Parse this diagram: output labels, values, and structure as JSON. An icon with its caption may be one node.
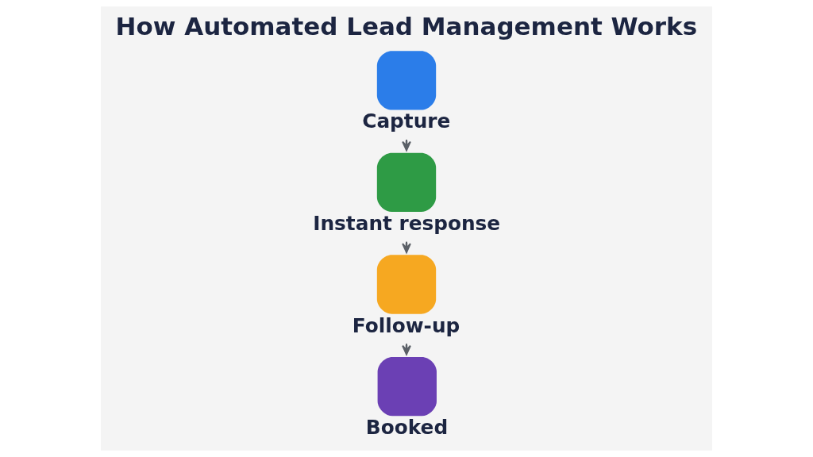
{
  "diagram": {
    "title": "How Automated Lead Management Works",
    "nodes": [
      {
        "text": [
          "Capture"
        ]
      },
      {
        "text": [
          "Instant response"
        ]
      },
      {
        "text": [
          "Follow-up"
        ]
      },
      {
        "text": [
          "Booked"
        ]
      }
    ],
    "edges": [
      {
        "from": 0,
        "to": 1,
        "arrow": "to"
      },
      {
        "from": 1,
        "to": 2,
        "arrow": "to"
      },
      {
        "from": 2,
        "to": 3,
        "arrow": "to"
      }
    ]
  }
}
